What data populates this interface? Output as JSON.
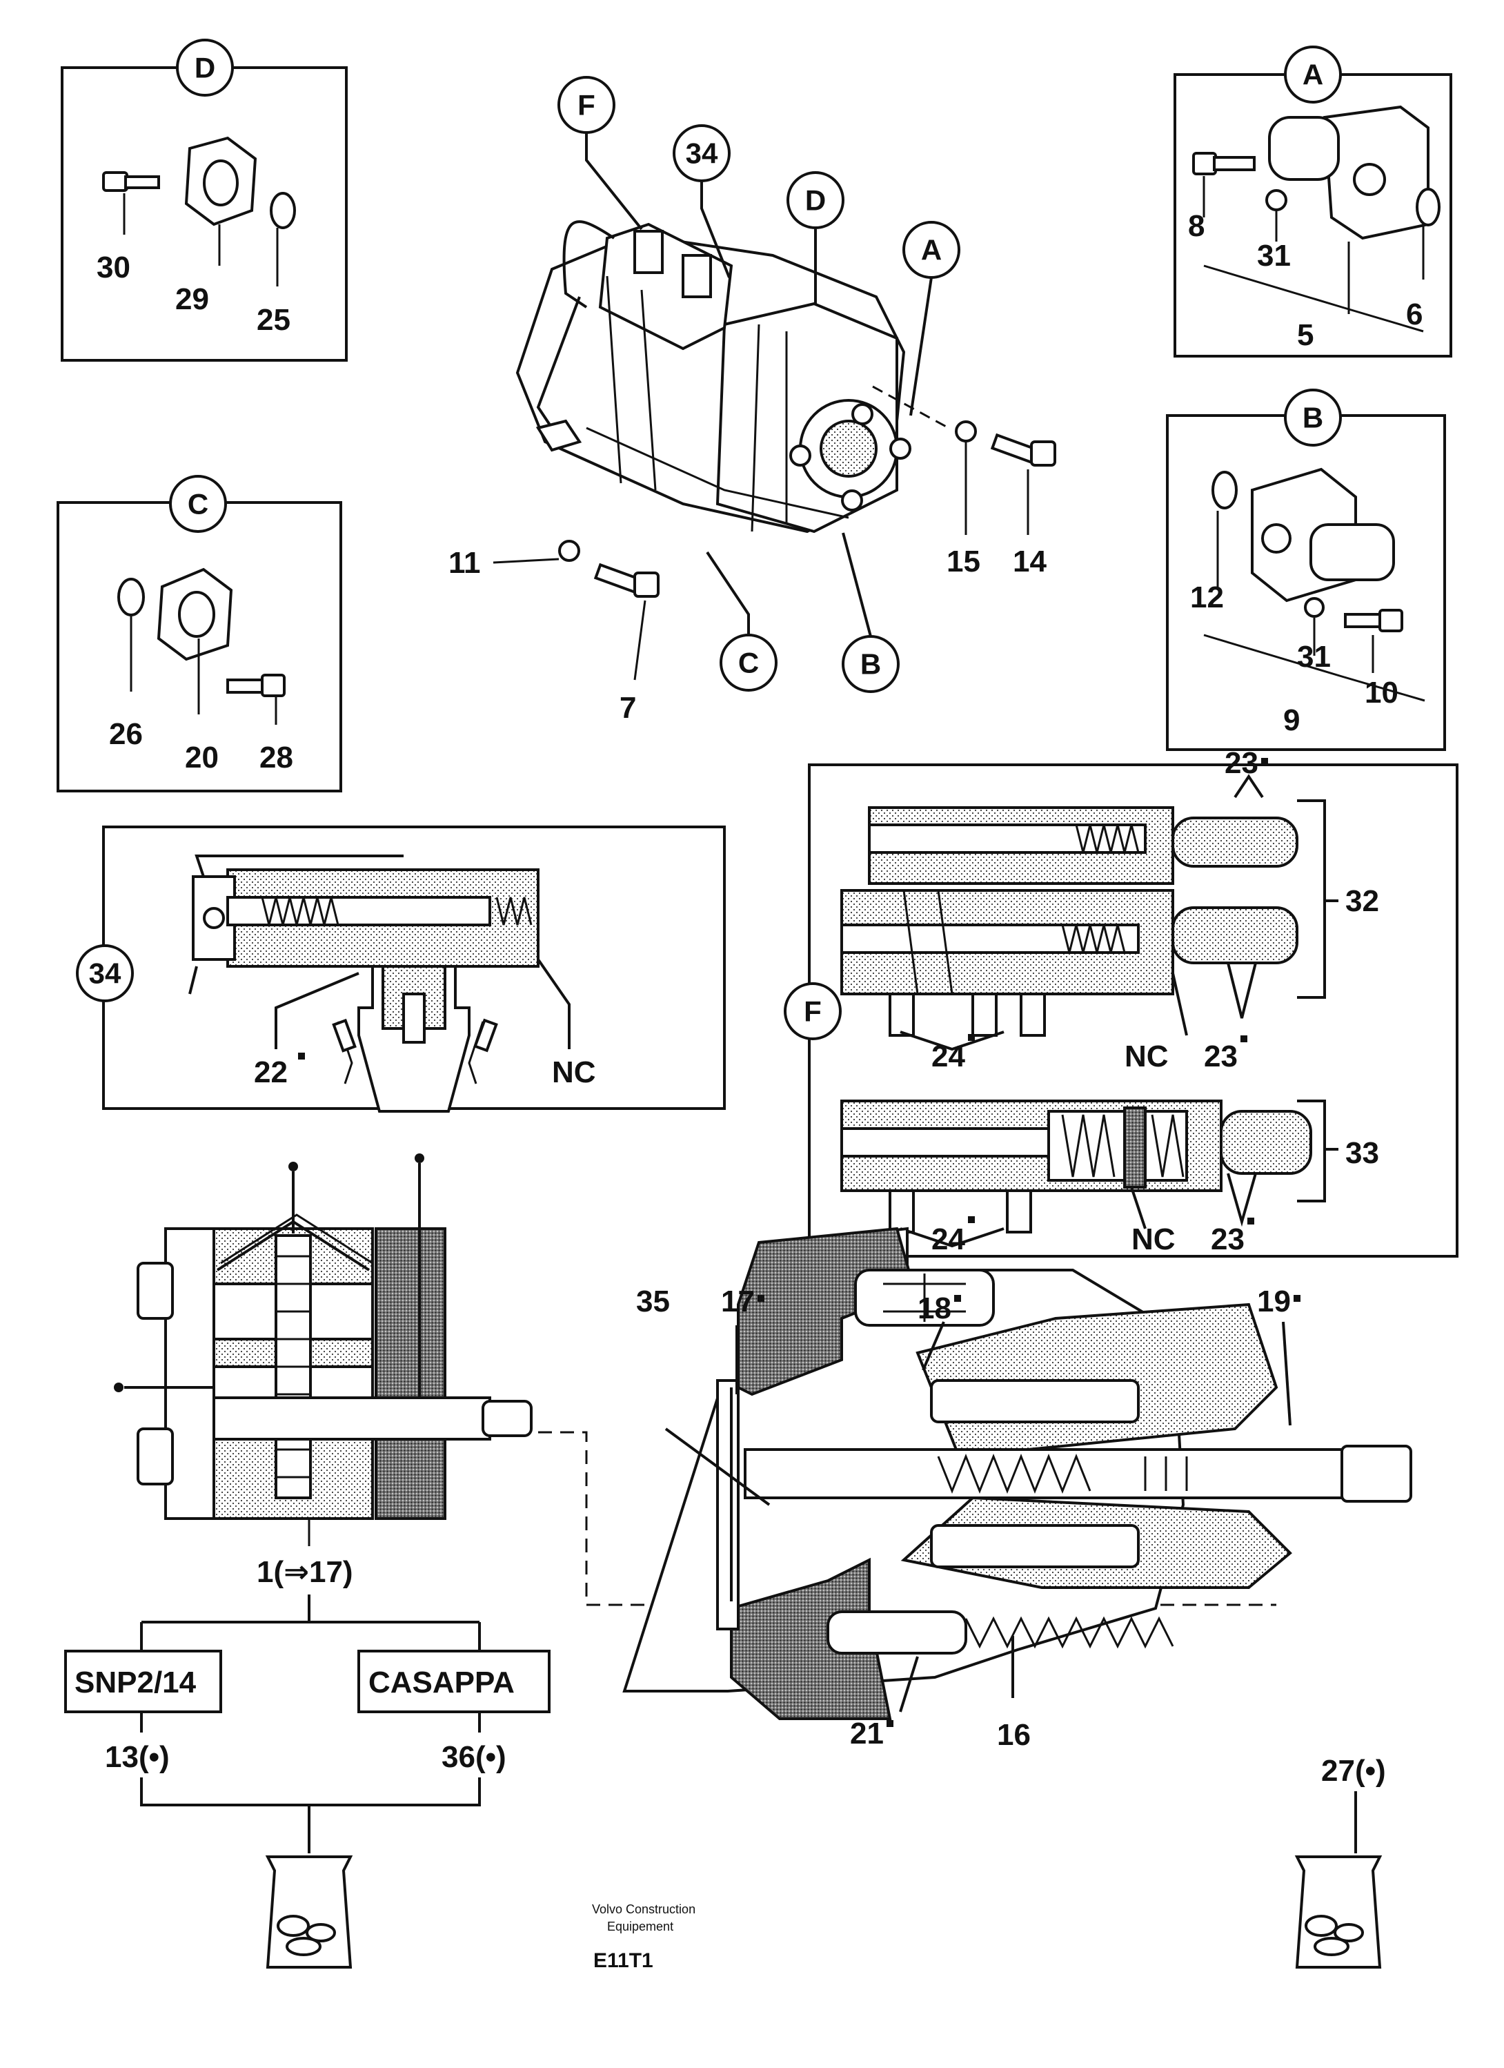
{
  "detail_circles": {
    "D_box": "D",
    "A_box": "A",
    "B_box": "B",
    "C_box": "C",
    "F_main": "F",
    "34_main": "34",
    "D_main": "D",
    "A_main": "A",
    "C_main": "C",
    "B_main": "B",
    "34_box": "34",
    "F_box": "F"
  },
  "part_numbers": {
    "p30": "30",
    "p29": "29",
    "p25": "25",
    "p8": "8",
    "p31a": "31",
    "p5": "5",
    "p6": "6",
    "p12": "12",
    "p31b": "31",
    "p10": "10",
    "p9": "9",
    "p26": "26",
    "p20": "20",
    "p28": "28",
    "p11": "11",
    "p7": "7",
    "p15": "15",
    "p14": "14",
    "p22": "22",
    "pNC1": "NC",
    "p23a": "23",
    "p32": "32",
    "p24a": "24",
    "pNC2": "NC",
    "p23b": "23",
    "p33": "33",
    "p24b": "24",
    "pNC3": "NC",
    "p23c": "23",
    "p35": "35",
    "p17": "17",
    "p18": "18",
    "p19": "19",
    "p1": "1(⇒17)",
    "p13": "13(•)",
    "p36": "36(•)",
    "p21": "21",
    "p16": "16",
    "p27": "27(•)"
  },
  "kit_labels": {
    "snp": "SNP2/14",
    "casappa": "CASAPPA"
  },
  "footer": {
    "company_line1": "Volvo Construction",
    "company_line2": "Equipement",
    "code": "E11T1"
  }
}
